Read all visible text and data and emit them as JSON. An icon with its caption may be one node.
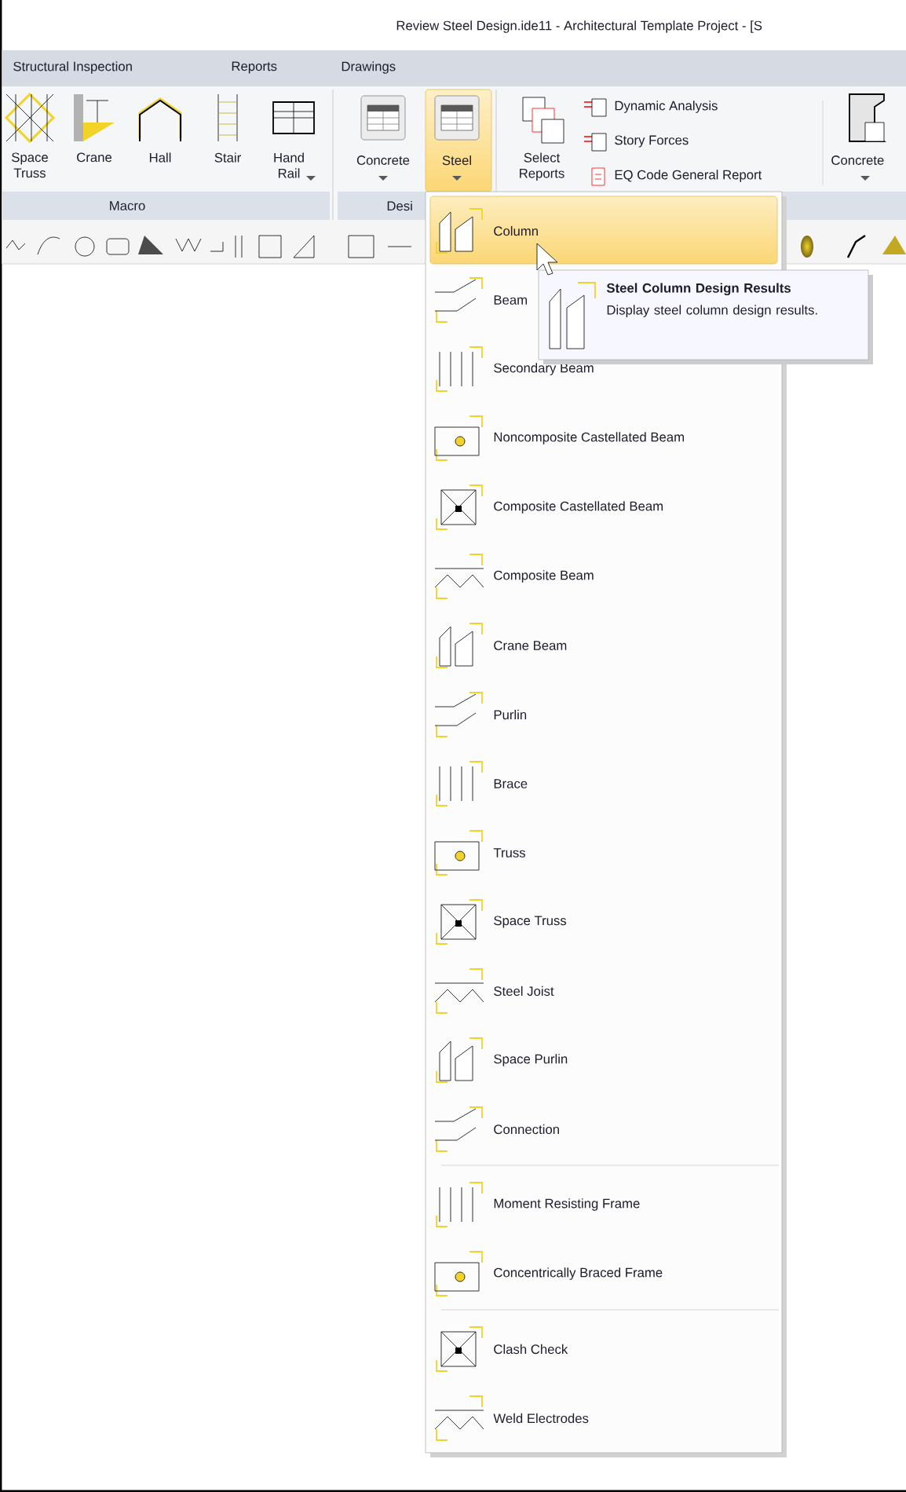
{
  "diagram": {
    "nodes": [
      {
        "text": [],
        "shape": "box"
      },
      {
        "text": [
          "Column"
        ],
        "in": 0
      },
      {
        "text": [
          "Beam"
        ],
        "in": 0
      },
      {
        "text": [
          "Secondary Beam"
        ],
        "in": 0
      },
      {
        "text": [
          "Noncomposite Castellated Beam"
        ],
        "in": 0
      },
      {
        "text": [
          "Composite Castellated Beam"
        ],
        "in": 0
      },
      {
        "text": [
          "Composite Beam"
        ],
        "in": 0
      },
      {
        "text": [
          "Crane Beam"
        ],
        "in": 0
      },
      {
        "text": [
          "Purlin"
        ],
        "in": 0
      },
      {
        "text": [
          "Brace"
        ],
        "in": 0
      },
      {
        "text": [
          "Truss"
        ],
        "in": 0
      },
      {
        "text": [
          "Space Truss"
        ],
        "in": 0
      },
      {
        "text": [
          "Steel Joist"
        ],
        "in": 0
      },
      {
        "text": [
          "Space Purlin"
        ],
        "in": 0
      },
      {
        "text": [
          "Connection"
        ],
        "in": 0
      },
      {
        "text": [
          "Moment Resisting Frame"
        ],
        "in": 0
      },
      {
        "text": [
          "Concentrically Braced Frame"
        ],
        "in": 0
      },
      {
        "text": [
          "Clash Check"
        ],
        "in": 0
      },
      {
        "text": [
          "Weld Electrodes"
        ],
        "in": 0
      },
      {
        "text": [
          "Steel Column Design Results",
          "Display steel column design results."
        ]
      }
    ],
    "labels": [
      "Review Steel Design.ide11 - Architectural Template Project - [S",
      "Structural Inspection",
      "Reports",
      "Drawings",
      "Space Truss",
      "Crane",
      "Hall",
      "Stair",
      "Hand Rail",
      "Macro",
      "Concrete",
      "Steel",
      "Desi",
      "Select Reports",
      "Dynamic Analysis",
      "Story Forces",
      "EQ Code General Report",
      "Concrete"
    ]
  }
}
